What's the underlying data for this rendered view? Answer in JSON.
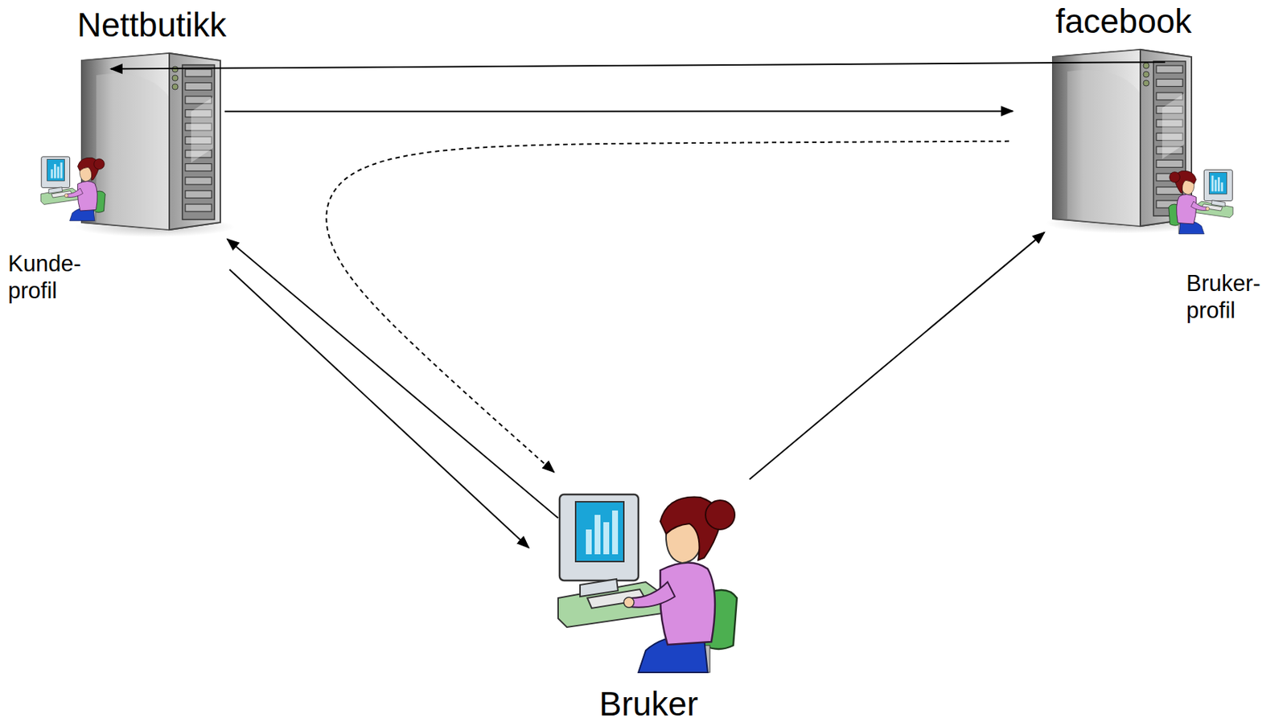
{
  "diagram": {
    "nodes": [
      {
        "text": [
          "Nettbutikk",
          "Kunde- profil"
        ]
      },
      {
        "text": [
          "facebook",
          "Bruker- profil"
        ]
      },
      {
        "text": [
          "Bruker"
        ]
      }
    ],
    "edges": [
      {
        "from": 1,
        "to": 0,
        "arrow": "to"
      },
      {
        "from": 0,
        "to": 1,
        "arrow": "to"
      },
      {
        "from": 1,
        "to": 2,
        "arrow": "to"
      },
      {
        "from": 0,
        "to": 2,
        "arrow": "to"
      },
      {
        "from": 2,
        "to": 0,
        "arrow": "to"
      },
      {
        "from": 2,
        "to": 1,
        "arrow": "to"
      }
    ]
  }
}
